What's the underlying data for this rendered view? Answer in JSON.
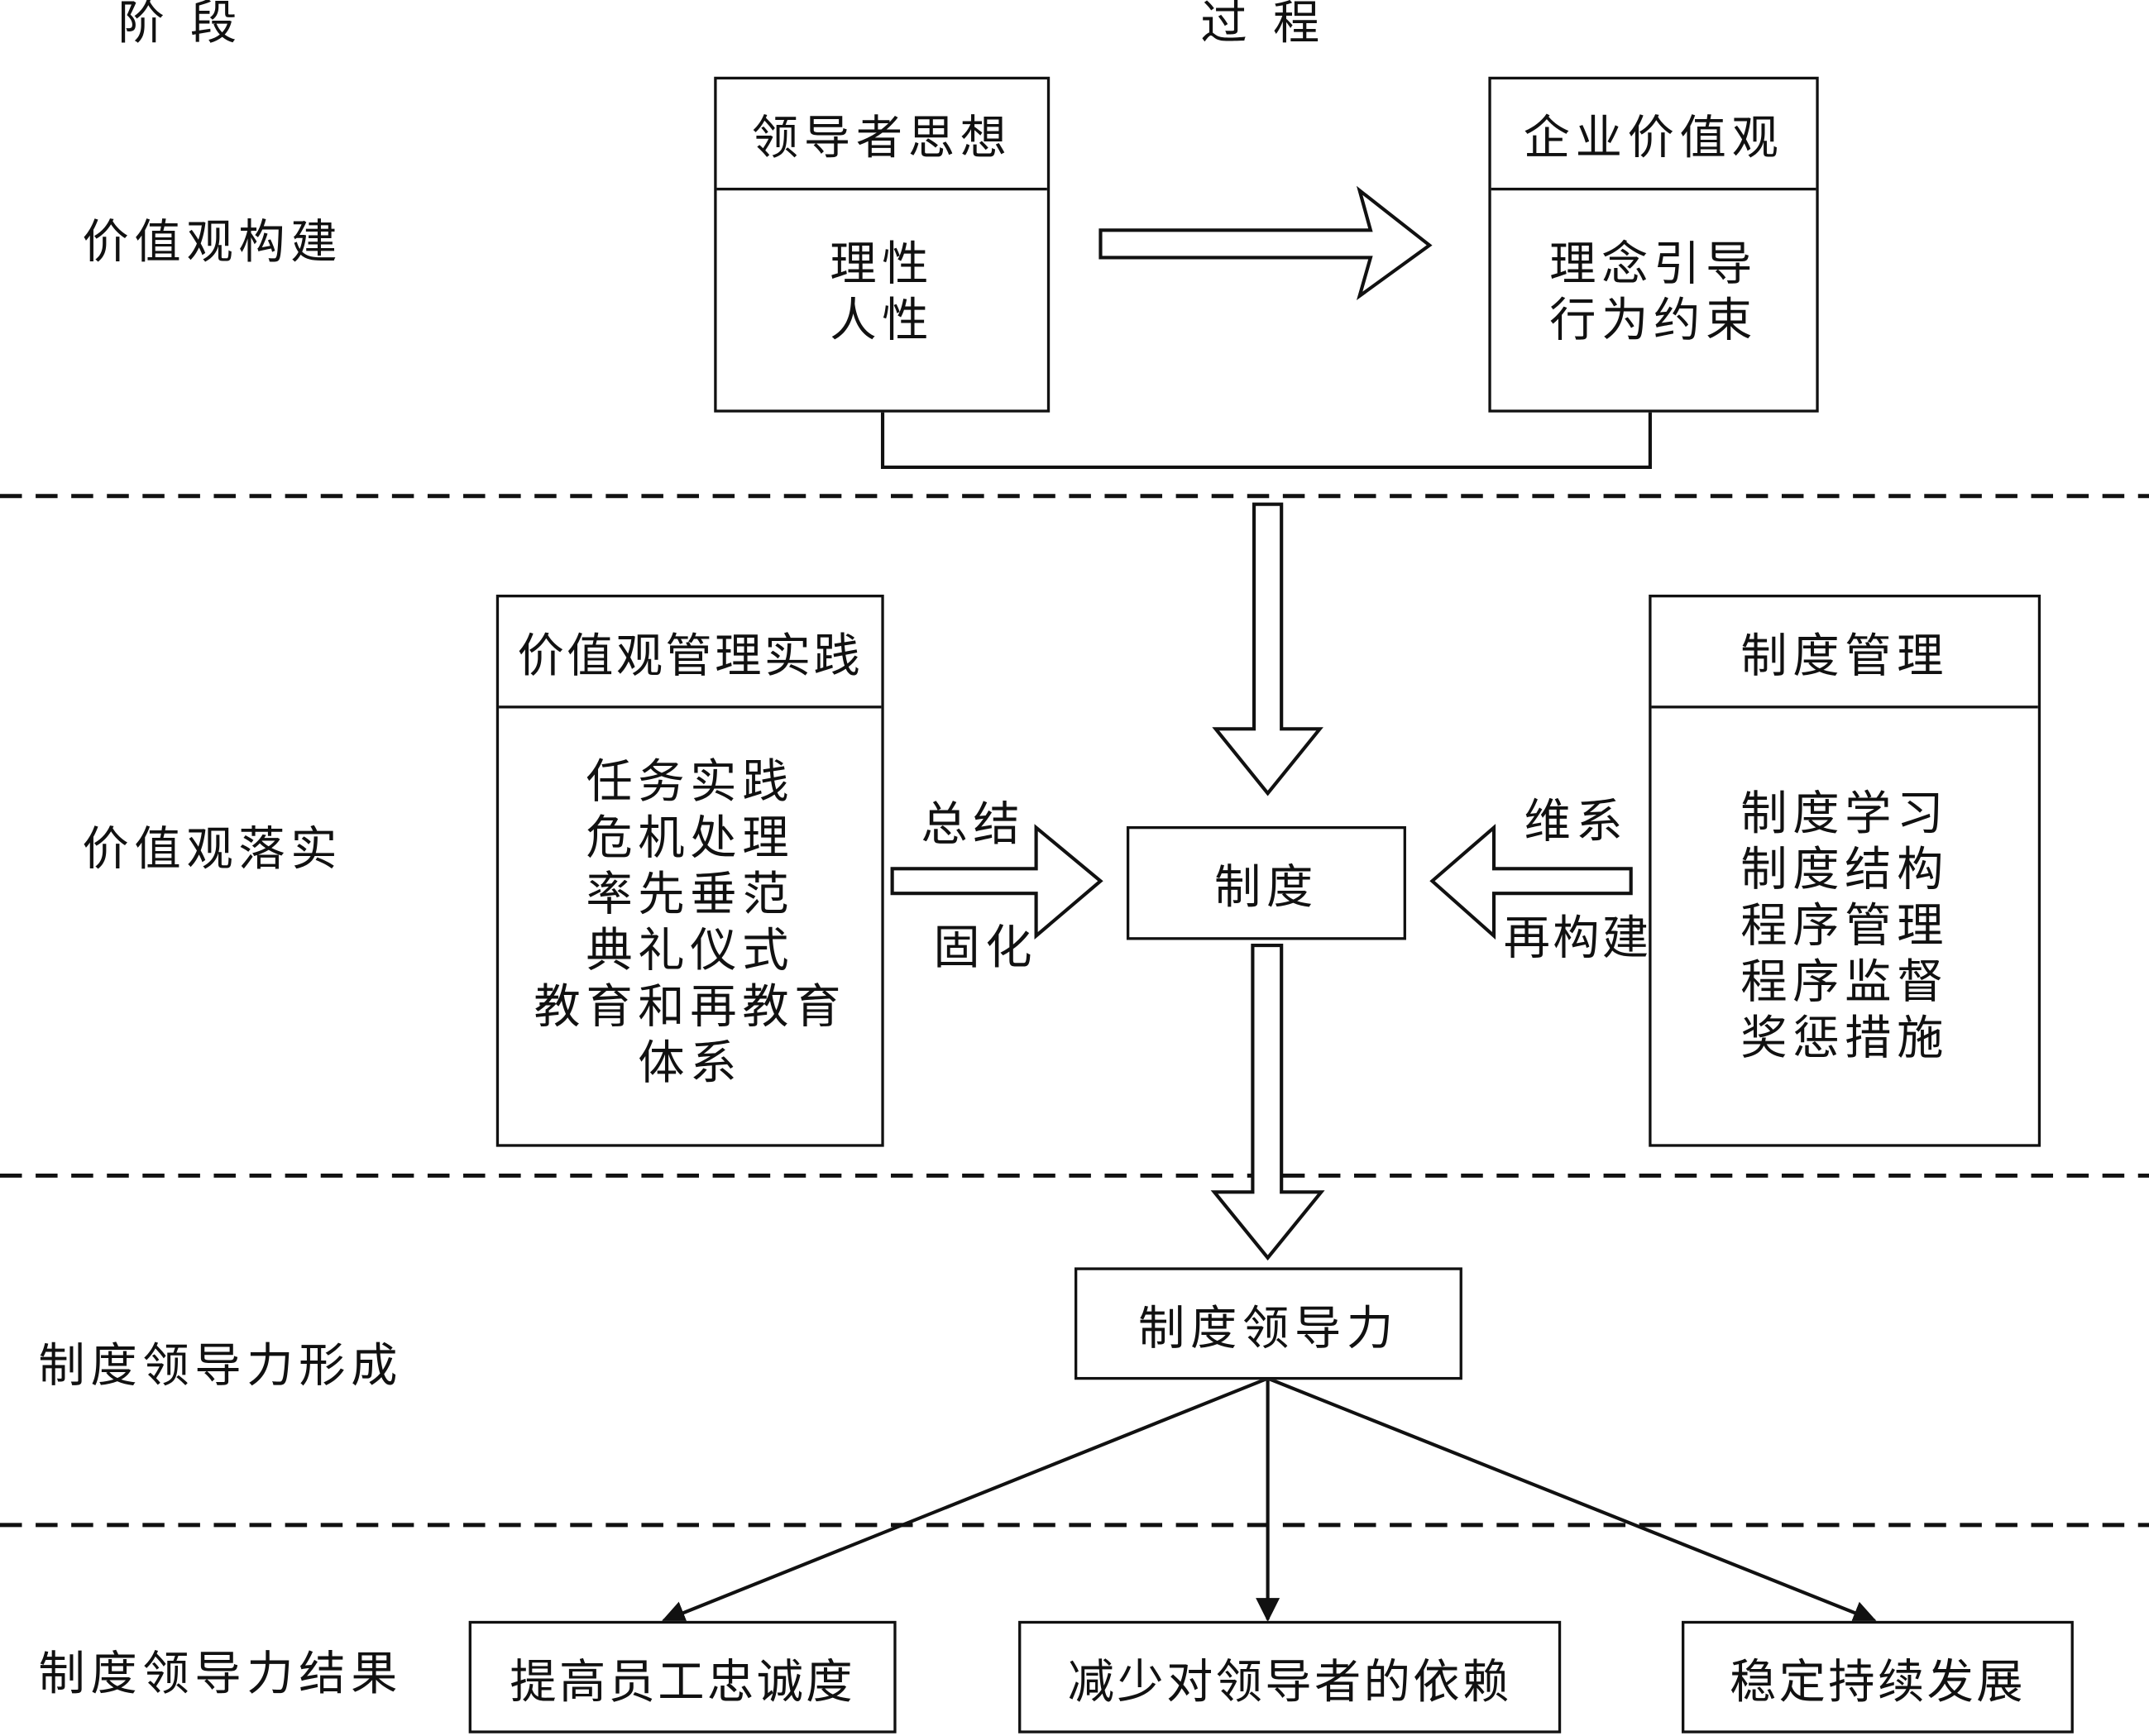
{
  "headers": {
    "stage": "阶 段",
    "process": "过 程"
  },
  "stages": {
    "s1": "价值观构建",
    "s2": "价值观落实",
    "s3": "制度领导力形成",
    "s4": "制度领导力结果"
  },
  "leader_thought": {
    "title": "领导者思想",
    "items": [
      "理性",
      "人性"
    ]
  },
  "corporate_values": {
    "title": "企业价值观",
    "items": [
      "理念引导",
      "行为约束"
    ]
  },
  "values_practice": {
    "title": "价值观管理实践",
    "items": [
      "任务实践",
      "危机处理",
      "率先垂范",
      "典礼仪式",
      "教育和再教育",
      "体系"
    ]
  },
  "system_management": {
    "title": "制度管理",
    "items": [
      "制度学习",
      "制度结构",
      "程序管理",
      "程序监督",
      "奖惩措施"
    ]
  },
  "system": {
    "label": "制度"
  },
  "left_arrow_labels": {
    "top": "总结",
    "bottom": "固化"
  },
  "right_arrow_labels": {
    "top": "维系",
    "bottom": "再构建"
  },
  "system_leadership": {
    "label": "制度领导力"
  },
  "outcomes": [
    "提高员工忠诚度",
    "减少对领导者的依赖",
    "稳定持续发展"
  ]
}
